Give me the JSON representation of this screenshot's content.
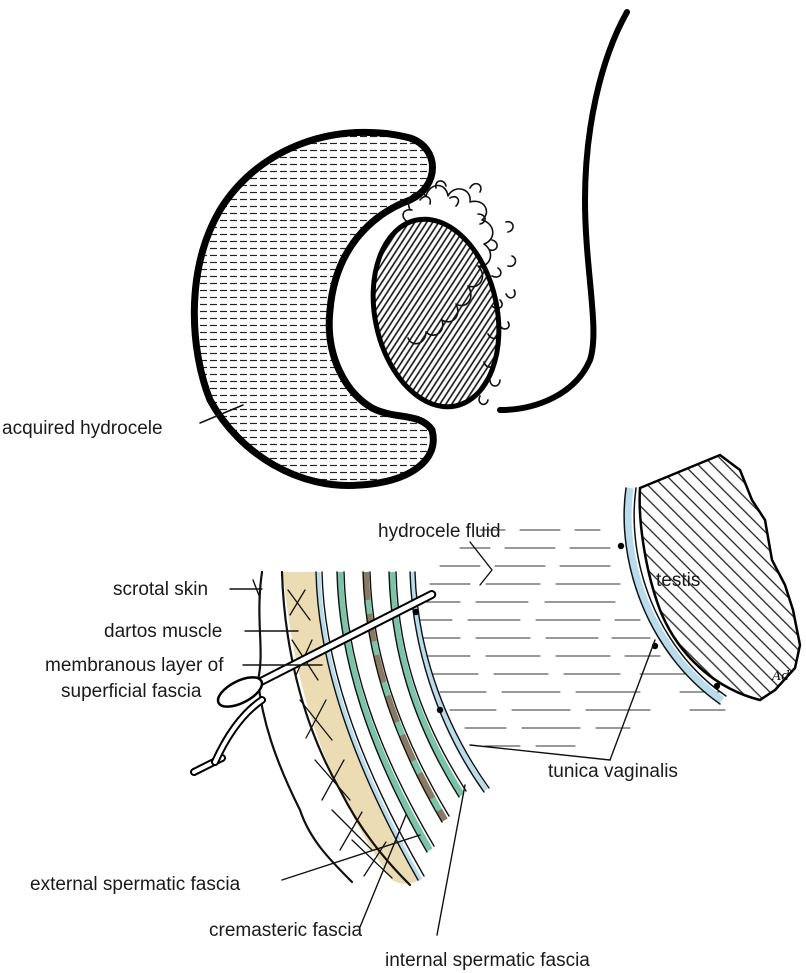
{
  "labels": {
    "acquired_hydrocele": "acquired hydrocele",
    "hydrocele_fluid": "hydrocele fluid",
    "testis": "testis",
    "scrotal_skin": "scrotal skin",
    "dartos_muscle": "dartos muscle",
    "membranous_line1": "membranous layer of",
    "membranous_line2": "superficial fascia",
    "tunica_vaginalis": "tunica vaginalis",
    "external_spermatic_fascia": "external spermatic fascia",
    "cremasteric_fascia": "cremasteric fascia",
    "internal_spermatic_fascia": "internal spermatic fascia",
    "artist_signature": "Ad"
  },
  "colors": {
    "ink": "#111111",
    "dartos_fill": "#ecdcb4",
    "fascia_green": "#7cc4a8",
    "tunica_blue": "#b9dcec",
    "cremaster_brown": "#8a7a63"
  }
}
